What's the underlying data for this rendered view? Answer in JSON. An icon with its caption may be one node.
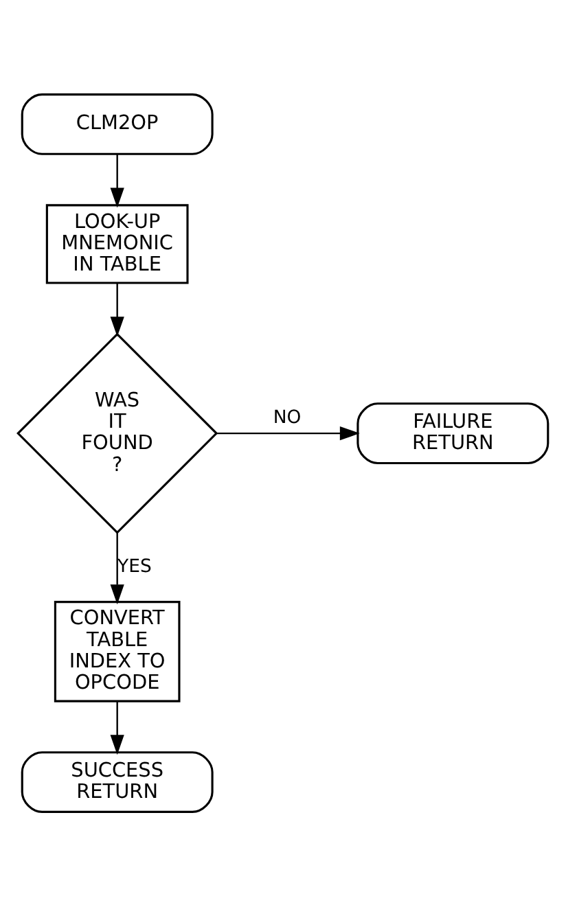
{
  "diagram": {
    "nodes": [
      {
        "text": [
          "CLM2OP"
        ]
      },
      {
        "text": [
          "LOOK-UP MNEMONIC IN TABLE"
        ]
      },
      {
        "text": [
          "WAS IT FOUND ?"
        ]
      },
      {
        "text": [
          "FAILURE RETURN"
        ]
      },
      {
        "text": [
          "CONVERT TABLE INDEX TO OPCODE"
        ]
      },
      {
        "text": [
          "SUCCESS RETURN"
        ]
      }
    ],
    "edges": [
      {
        "from": 0,
        "to": 1,
        "arrow": "to"
      },
      {
        "from": 1,
        "to": 2,
        "arrow": "to"
      },
      {
        "from": 2,
        "to": 3,
        "arrow": "to",
        "label": "NO"
      },
      {
        "from": 2,
        "to": 4,
        "arrow": "to",
        "label": "YES"
      },
      {
        "from": 4,
        "to": 5,
        "arrow": "to"
      }
    ]
  }
}
